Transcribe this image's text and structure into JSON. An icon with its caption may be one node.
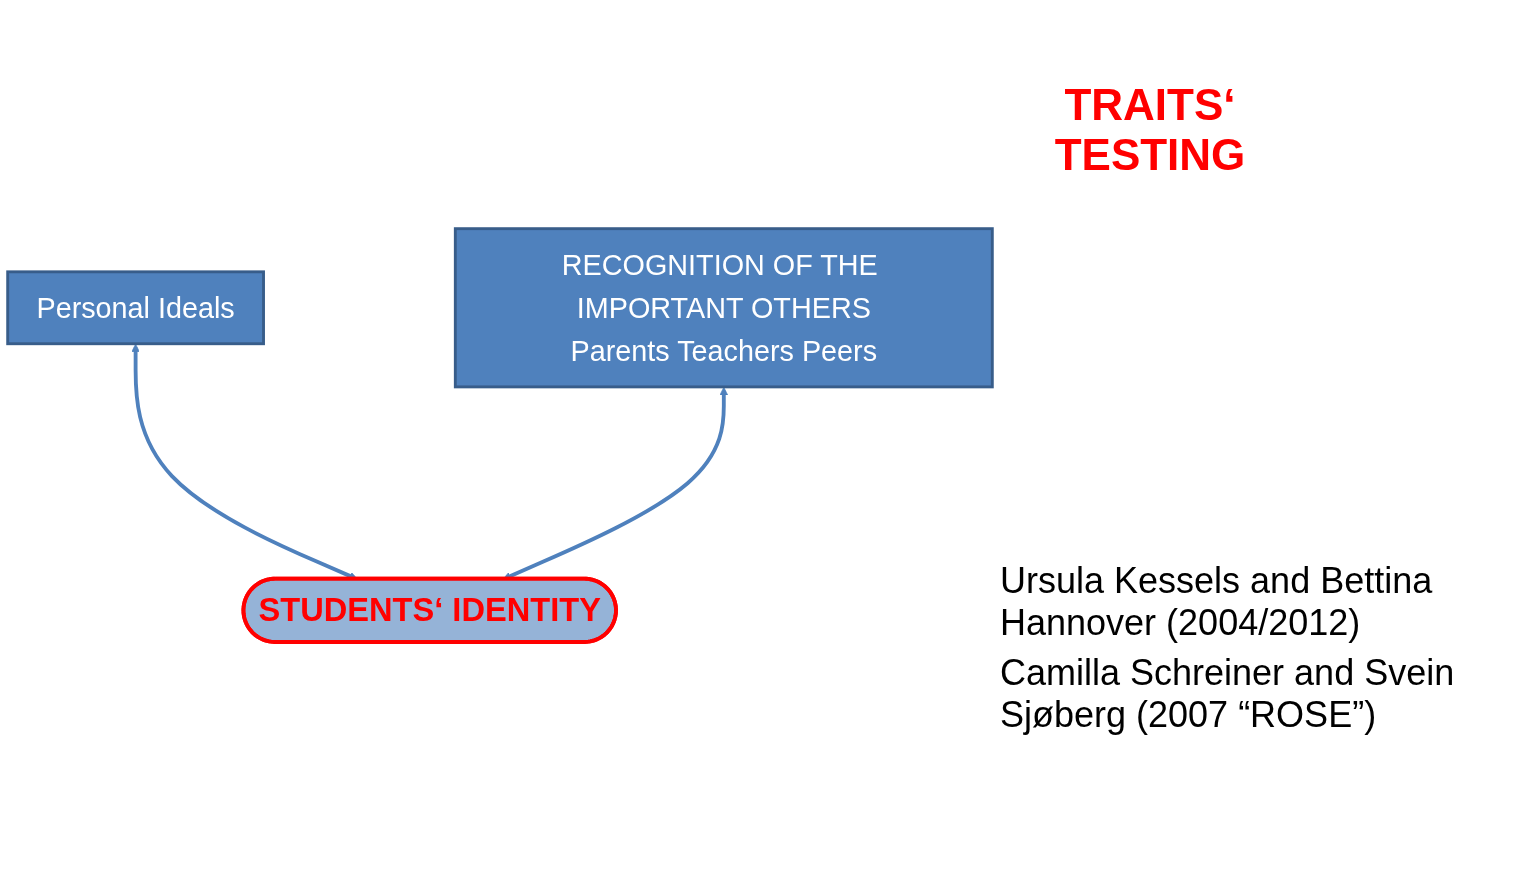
{
  "diagram": {
    "nodes": [
      {
        "text": [
          "Personal Ideals"
        ]
      },
      {
        "text": [
          "RECOGNITION OF THE IMPORTANT OTHERS",
          "Parents Teachers Peers"
        ]
      },
      {
        "text": [
          "STUDENTS‘ IDENTITY"
        ]
      }
    ],
    "edges": [
      {
        "from": 0,
        "to": 2,
        "arrow": "both"
      },
      {
        "from": 1,
        "to": 2,
        "arrow": "both"
      }
    ],
    "labels": [
      "TRAITS‘ TESTING",
      "Ursula Kessels and Bettina Hannover (2004/2012)",
      "Camilla Schreiner and Svein Sjøberg (2007 “ROSE”)"
    ]
  }
}
